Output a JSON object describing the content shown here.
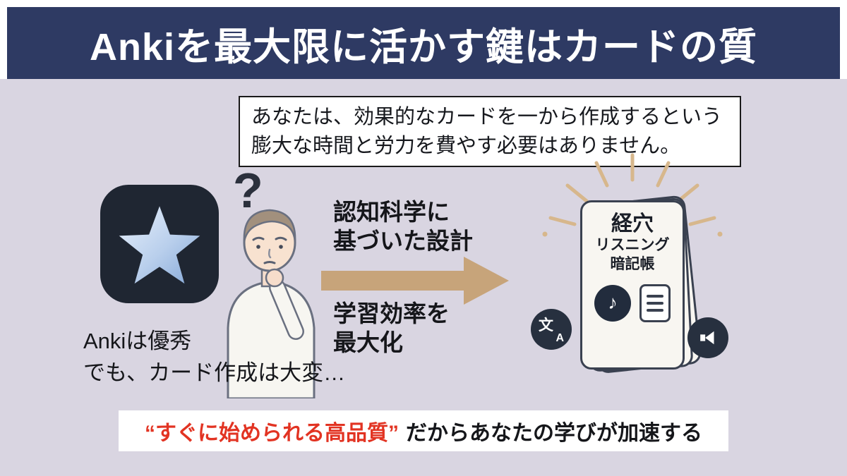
{
  "header": {
    "title": "Ankiを最大限に活かす鍵はカードの質"
  },
  "callout": {
    "line1": "あなたは、効果的なカードを一から作成するという",
    "line2": "膨大な時間と労力を費やす必要はありません。"
  },
  "left_scene": {
    "question_mark": "?",
    "caption_line1": "Ankiは優秀",
    "caption_line2": "でも、カード作成は大変…"
  },
  "transition": {
    "top_line1": "認知科学に",
    "top_line2": "基づいた設計",
    "bottom_line1": "学習効率を",
    "bottom_line2": "最大化"
  },
  "deck": {
    "title": "経穴",
    "subtitle1": "リスニング",
    "subtitle2": "暗記帳"
  },
  "icons": {
    "note_glyph": "♪",
    "translate_primary": "文",
    "translate_secondary": "A"
  },
  "footer": {
    "highlight": "“すぐに始められる高品質”",
    "rest": "だからあなたの学びが加速する"
  },
  "colors": {
    "header_bg": "#2e3a63",
    "body_bg": "#d9d5e1",
    "arrow_tan": "#c7a47a",
    "accent_red": "#e23322",
    "app_icon_bg": "#1f2632",
    "card_border": "#3a4150"
  }
}
